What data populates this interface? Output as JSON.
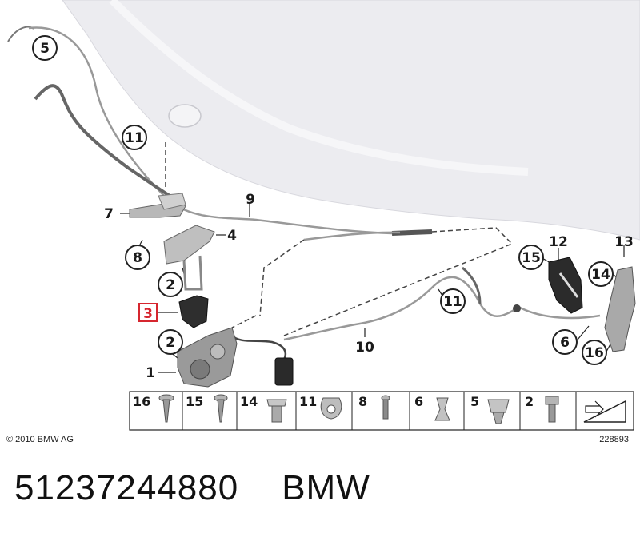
{
  "diagram": {
    "callouts": {
      "c5": "5",
      "c11_top": "11",
      "c7": "7",
      "c9": "9",
      "c4": "4",
      "c8": "8",
      "c2_upper": "2",
      "c3": "3",
      "c2_lower": "2",
      "c1": "1",
      "c10": "10",
      "c11_right": "11",
      "c12": "12",
      "c15": "15",
      "c13": "13",
      "c14": "14",
      "c6": "6",
      "c16": "16"
    },
    "legend": [
      "16",
      "15",
      "14",
      "11",
      "8",
      "6",
      "5",
      "2"
    ],
    "copyright": "© 2010 BMW AG",
    "diagram_number": "228893",
    "colors": {
      "highlight": "#d6262f",
      "hood": "#ececf0",
      "line": "#555555"
    }
  },
  "footer": {
    "part_number": "51237244880",
    "brand": "BMW"
  }
}
